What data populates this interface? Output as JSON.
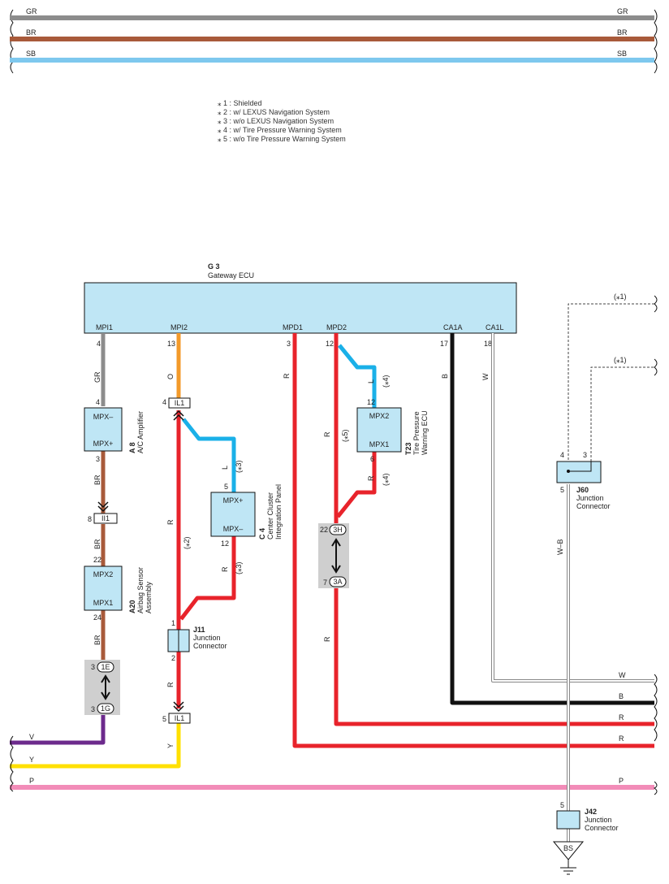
{
  "colors": {
    "GR": "#8c8c8c",
    "BR": "#a85a3a",
    "SB": "#7ec8ee",
    "O": "#f39a2a",
    "R": "#e8232b",
    "L": "#1ab0e8",
    "B": "#111111",
    "W": "#888888",
    "V": "#6c2a8c",
    "Y": "#ffe000",
    "P": "#f28cb8",
    "box": "#bfe6f5"
  },
  "top_buses": [
    {
      "id": "gr",
      "label_left": "GR",
      "label_right": "GR"
    },
    {
      "id": "br",
      "label_left": "BR",
      "label_right": "BR"
    },
    {
      "id": "sb",
      "label_left": "SB",
      "label_right": "SB"
    }
  ],
  "notes": [
    "⁎ 1 : Shielded",
    "⁎ 2 : w/ LEXUS Navigation System",
    "⁎ 3 : w/o LEXUS Navigation System",
    "⁎ 4 : w/ Tire Pressure Warning System",
    "⁎ 5 : w/o Tire Pressure Warning System"
  ],
  "gateway": {
    "code": "G 3",
    "name": "Gateway ECU",
    "pins": [
      "MPI1",
      "MPI2",
      "MPD1",
      "MPD2",
      "CA1A",
      "CA1L"
    ],
    "pin_numbers": [
      "4",
      "13",
      "3",
      "12",
      "17",
      "18"
    ]
  },
  "wires": {
    "gr_label": "GR",
    "o_label": "O",
    "r_mpd1": "R",
    "r_mpd2": "R",
    "l_t23": "L",
    "l_t23_note": "(⁎4)",
    "r_mpd2_note": "(⁎5)",
    "b_label": "B",
    "w_label": "W",
    "br_a8_1": "BR",
    "br_a8_2": "BR",
    "br_a20": "BR",
    "l_c4": "L",
    "l_c4_note": "(⁎3)",
    "r_j11": "R",
    "r_j11_note": "(⁎2)",
    "r_c4": "R",
    "r_c4_note": "(⁎3)",
    "r_t23": "R",
    "r_t23_note": "(⁎4)",
    "r_lower_mpd2": "R",
    "r_il1": "R",
    "y_label": "Y",
    "wb_label": "W–B",
    "shield1": "(⁎1)",
    "shield2": "(⁎1)"
  },
  "a8": {
    "pin_top": "4",
    "pin_bottom": "3",
    "label_top": "MPX–",
    "label_bottom": "MPX+",
    "code": "A 8",
    "name": "A/C Amplifier"
  },
  "a20": {
    "pin_top": "22",
    "pin_bottom": "24",
    "label_top": "MPX2",
    "label_bottom": "MPX1",
    "code": "A20",
    "name1": "Airbag Sensor",
    "name2": "Assembly"
  },
  "c4": {
    "pin_top": "5",
    "pin_bottom": "12",
    "label_top": "MPX+",
    "label_bottom": "MPX–",
    "code": "C 4",
    "name1": "Center Cluster",
    "name2": "Integration Panel"
  },
  "t23": {
    "pin_top": "12",
    "pin_bottom": "6",
    "label_top": "MPX2",
    "label_bottom": "MPX1",
    "code": "T23",
    "name1": "Tire Pressure",
    "name2": "Warning ECU"
  },
  "connectors": {
    "il1_top": {
      "pin": "4",
      "label": "IL1"
    },
    "ii1": {
      "pin": "8",
      "label": "II1"
    },
    "il1_bottom": {
      "pin": "5",
      "label": "IL1"
    },
    "1e": {
      "pin": "3",
      "label": "1E"
    },
    "1g": {
      "pin": "3",
      "label": "1G"
    },
    "3h": {
      "pin": "22",
      "label": "3H"
    },
    "3a": {
      "pin": "7",
      "label": "3A"
    }
  },
  "j11": {
    "pin_top": "1",
    "pin_bottom": "2",
    "code": "J11",
    "name": "Junction",
    "name2": "Connector"
  },
  "j60": {
    "pin_left": "4",
    "pin_right": "3",
    "pin_bottom": "5",
    "code": "J60",
    "name": "Junction",
    "name2": "Connector"
  },
  "j42": {
    "pin_top": "5",
    "code": "J42",
    "name": "Junction",
    "name2": "Connector"
  },
  "ground": {
    "label": "BS"
  },
  "right_labels": {
    "w": "W",
    "b": "B",
    "r1": "R",
    "r2": "R",
    "p": "P"
  },
  "left_labels": {
    "v": "V",
    "y": "Y",
    "p": "P"
  }
}
